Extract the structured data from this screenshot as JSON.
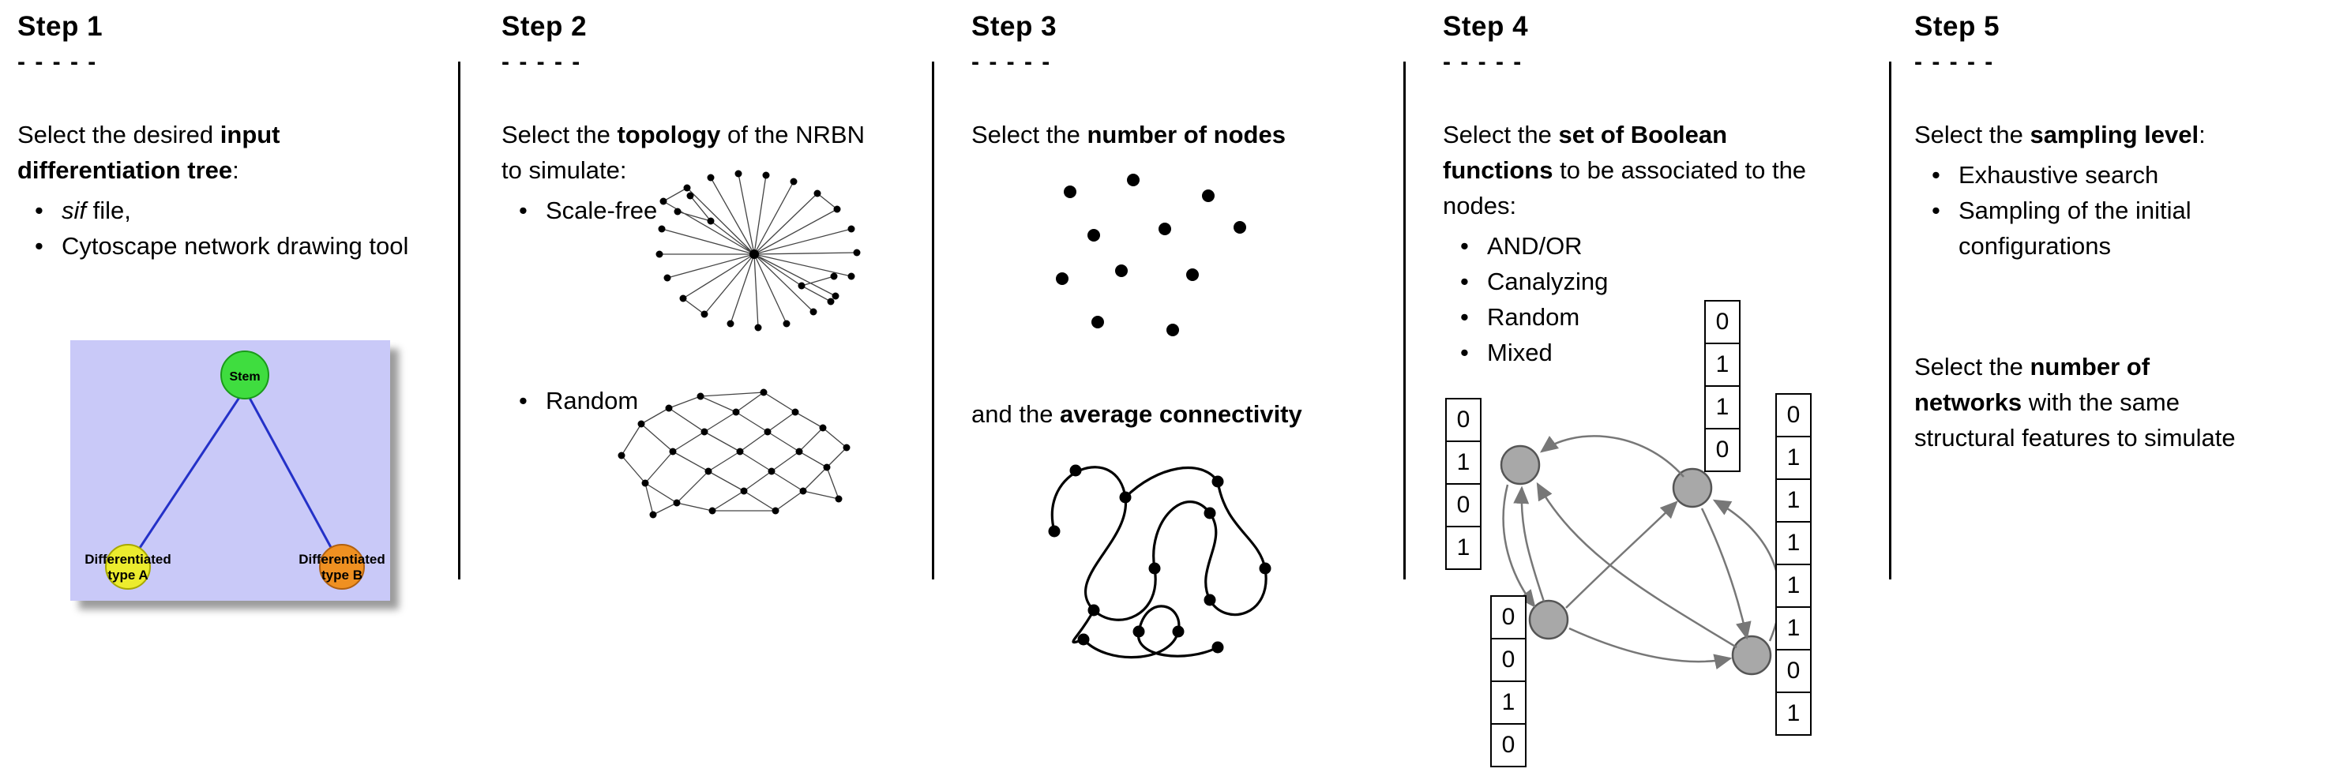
{
  "figure": {
    "divider_color": "#000000"
  },
  "steps": [
    {
      "title": "Step 1",
      "dashes": "- - - - -",
      "intro": [
        {
          "t": "Select the desired "
        },
        {
          "t": "input differentiation tree"
        },
        {
          "t": ":"
        }
      ],
      "bullets": {
        "b1_italic": "sif",
        "b1_rest": " file,",
        "b2": "Cytoscape network drawing tool"
      },
      "tree": {
        "stem_label": "Stem",
        "type_a_line1": "Differentiated",
        "type_a_line2": "type A",
        "type_b_line1": "Differentiated",
        "type_b_line2": "type B",
        "colors": {
          "bg": "#c9c9f8",
          "stem": "#3fdd3f",
          "type_a": "#ecec2e",
          "type_b": "#ef9021",
          "edge": "#2431c8"
        }
      }
    },
    {
      "title": "Step 2",
      "dashes": "- - - - -",
      "intro": [
        {
          "t": "Select the "
        },
        {
          "t": "topology"
        },
        {
          "t": " of the NRBN to simulate:"
        }
      ],
      "bullets": {
        "b1": "Scale-free",
        "b2": "Random"
      }
    },
    {
      "title": "Step 3",
      "dashes": "- - - - -",
      "line1": [
        {
          "t": "Select the "
        },
        {
          "t": "number of nodes"
        }
      ],
      "line2": [
        {
          "t": "and the "
        },
        {
          "t": "average connectivity"
        }
      ]
    },
    {
      "title": "Step 4",
      "dashes": "- - - - -",
      "intro": [
        {
          "t": "Select the "
        },
        {
          "t": "set of Boolean functions"
        },
        {
          "t": " to be associated to the nodes:"
        }
      ],
      "bullets": {
        "b1": "AND/OR",
        "b2": "Canalyzing",
        "b3": "Random",
        "b4": "Mixed"
      },
      "tables": {
        "left": [
          "0",
          "1",
          "0",
          "1"
        ],
        "top": [
          "0",
          "1",
          "1",
          "0"
        ],
        "right": [
          "0",
          "1",
          "1",
          "1",
          "1",
          "1",
          "0",
          "1"
        ],
        "bottom": [
          "0",
          "0",
          "1",
          "0"
        ]
      }
    },
    {
      "title": "Step 5",
      "dashes": "- - - - -",
      "intro": [
        {
          "t": "Select the "
        },
        {
          "t": "sampling level"
        },
        {
          "t": ":"
        }
      ],
      "bullets": {
        "b1": "Exhaustive search",
        "b2": "Sampling of the initial configurations"
      },
      "para2_lines": {
        "l1a": "Select the ",
        "l1b": "number of",
        "l2a": "networks",
        "l2b": " with the same",
        "l3": "structural features to simulate"
      }
    }
  ]
}
